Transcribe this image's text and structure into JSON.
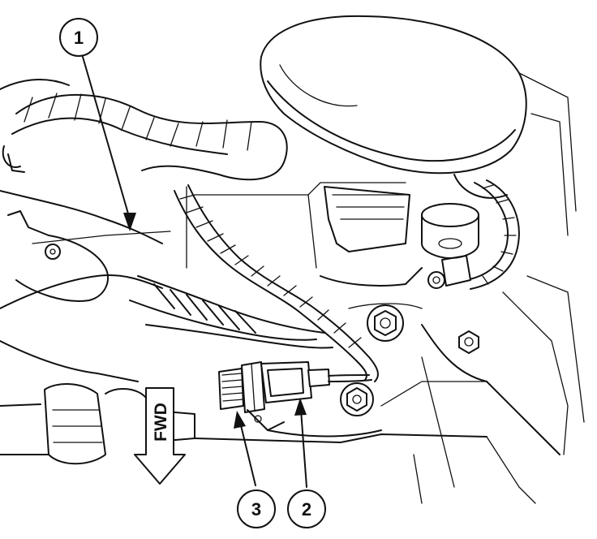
{
  "diagram": {
    "callouts": [
      {
        "id": "1",
        "label": "1"
      },
      {
        "id": "2",
        "label": "2"
      },
      {
        "id": "3",
        "label": "3"
      }
    ],
    "direction_label": "FWD"
  }
}
